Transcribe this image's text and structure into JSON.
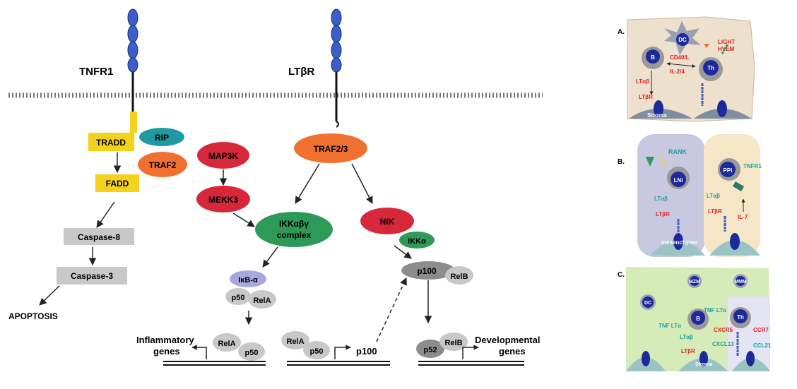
{
  "receptors": {
    "tnfr1": "TNFR1",
    "ltbr": "LTβR"
  },
  "nodes": {
    "tradd": "TRADD",
    "rip": "RIP",
    "traf2": "TRAF2",
    "fadd": "FADD",
    "caspase8": "Caspase-8",
    "caspase3": "Caspase-3",
    "apoptosis": "APOPTOSIS",
    "map3k": "MAP3K",
    "mekk3": "MEKK3",
    "ikk_complex_1": "IKKαβγ",
    "ikk_complex_2": "complex",
    "ikba": "IκB-α",
    "p50_a": "p50",
    "rela_a": "RelA",
    "traf23": "TRAF2/3",
    "nik": "NIK",
    "ikka": "IKKα",
    "p100": "p100",
    "relb": "RelB"
  },
  "genes": {
    "inflammatory_1": "Inflammatory",
    "inflammatory_2": "genes",
    "rela_g": "RelA",
    "p50_g": "p50",
    "rela_m": "RelA",
    "p50_m": "p50",
    "p100_m": "p100",
    "p52_r": "p52",
    "relb_r": "RelB",
    "developmental_1": "Developmental",
    "developmental_2": "genes"
  },
  "panelA": {
    "label": "A.",
    "dc": "DC",
    "b": "B",
    "th": "Th",
    "cd40": "CD40/L",
    "il24": "IL-2/4",
    "light": "LIGHT",
    "hvem": "HVEM",
    "ltab": "LTαβ",
    "ltbr": "LTβR",
    "stroma": "Stroma"
  },
  "panelB": {
    "label": "B.",
    "rank": "RANK",
    "lni": "LNi",
    "ppi": "PPi",
    "tnfr1": "TNFR1",
    "ltab1": "LTαβ",
    "ltbr1": "LTβR",
    "ltab2": "LTαβ",
    "ltbr2": "LTβR",
    "il7": "IL-7",
    "mesenchyme": "mesenchyme"
  },
  "panelC": {
    "label": "C.",
    "mzm": "MZM",
    "mmm": "MMM",
    "dc": "DC",
    "tnflta1": "TNF LTα",
    "tnflta2": "TNF LTα",
    "b": "B",
    "th": "Th",
    "cxcr5": "CXCR5",
    "ccr7": "CCR7",
    "ltab": "LTαβ",
    "ltbr": "LTβR",
    "cxcl13": "CXCL13",
    "ccl21": "CCL21",
    "stroma": "Stroma"
  },
  "colors": {
    "tradd": "#f2d21a",
    "rip": "#1e9aa0",
    "traf": "#f07030",
    "red": "#d6283a",
    "green": "#2e9a5a",
    "ikba": "#a8a8e0",
    "grey": "#c8c8c8",
    "darkgrey": "#8c8c8c",
    "receptor": "#3b5fc8",
    "panelA_bg": "#ede0cc",
    "panelB_left": "#c8c8e0",
    "panelB_right": "#f6e6c8",
    "panelC_bg": "#d6ecb8",
    "panelC_right": "#e4e4f2",
    "cell_blue": "#1c2a9a",
    "teal": "#18a0a0",
    "labelred": "#e02020"
  }
}
